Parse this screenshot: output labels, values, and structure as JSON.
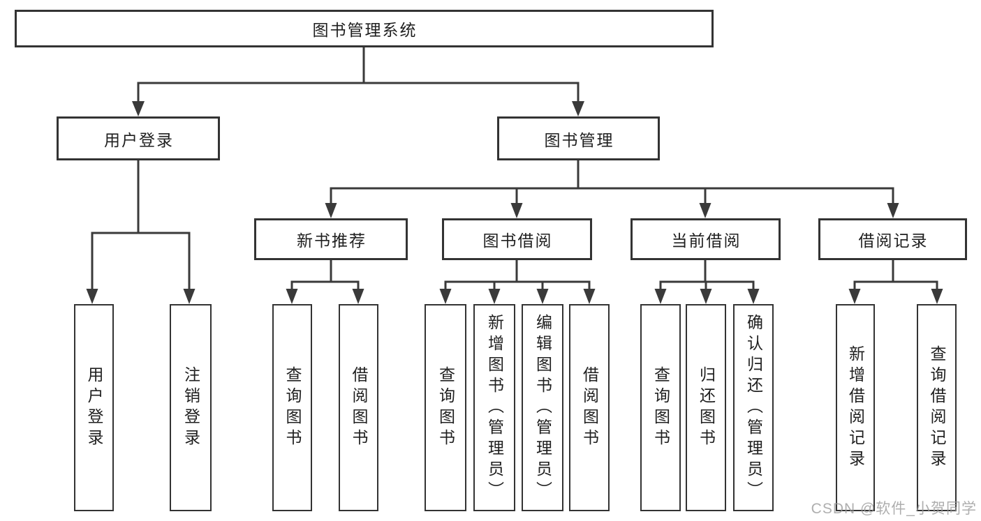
{
  "diagram": {
    "title": "图书管理系统",
    "root": {
      "label": "图书管理系统"
    },
    "children": [
      {
        "label": "用户登录",
        "children": [
          {
            "label": "用户登录"
          },
          {
            "label": "注销登录"
          }
        ]
      },
      {
        "label": "图书管理",
        "children": [
          {
            "label": "新书推荐",
            "children": [
              {
                "label": "查询图书"
              },
              {
                "label": "借阅图书"
              }
            ]
          },
          {
            "label": "图书借阅",
            "children": [
              {
                "label": "查询图书"
              },
              {
                "label": "新增图书（管理员）"
              },
              {
                "label": "编辑图书（管理员）"
              },
              {
                "label": "借阅图书"
              }
            ]
          },
          {
            "label": "当前借阅",
            "children": [
              {
                "label": "查询图书"
              },
              {
                "label": "归还图书"
              },
              {
                "label": "确认归还（管理员）"
              }
            ]
          },
          {
            "label": "借阅记录",
            "children": [
              {
                "label": "新增借阅记录"
              },
              {
                "label": "查询借阅记录"
              }
            ]
          }
        ]
      }
    ]
  },
  "watermark": {
    "text": "CSDN @软件_小贺同学"
  },
  "colors": {
    "line": "#3a3a3a",
    "box_border": "#333333",
    "text": "#1f1f1f",
    "background": "#ffffff",
    "watermark": "#9b9b9b"
  }
}
